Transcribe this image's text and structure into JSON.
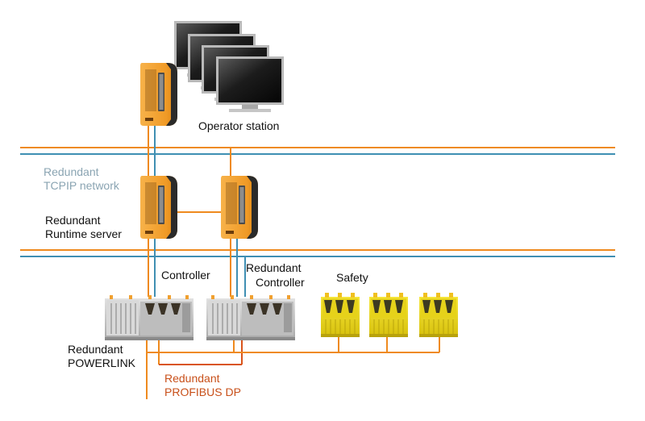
{
  "colors": {
    "network_orange": "#ef8a1e",
    "network_blue": "#3f8fb3",
    "profibus_orange": "#d9541b",
    "plc_housing": "#f3a73a",
    "safety_yellow": "#f2dd1d",
    "io_gray": "#c8c8c8"
  },
  "labels": {
    "operator_station": "Operator station",
    "tcpip_line1": "Redundant",
    "tcpip_line2": "TCPIP network",
    "runtime_line1": "Redundant",
    "runtime_line2": "Runtime server",
    "controller": "Controller",
    "redundant_controller_line1": "Redundant",
    "redundant_controller_line2": "Controller",
    "safety": "Safety",
    "powerlink_line1": "Redundant",
    "powerlink_line2": "POWERLINK",
    "profibus_line1": "Redundant",
    "profibus_line2": "PROFIBUS DP"
  },
  "nodes": [
    {
      "id": "operator-pc",
      "type": "industrial-pc"
    },
    {
      "id": "runtime-server-1",
      "type": "industrial-pc"
    },
    {
      "id": "runtime-server-2",
      "type": "industrial-pc"
    },
    {
      "id": "controller",
      "type": "plc-io-rack"
    },
    {
      "id": "redundant-controller",
      "type": "plc-io-rack"
    },
    {
      "id": "safety-1",
      "type": "safety-module"
    },
    {
      "id": "safety-2",
      "type": "safety-module"
    },
    {
      "id": "safety-3",
      "type": "safety-module"
    },
    {
      "id": "monitors",
      "type": "monitor-stack",
      "count": 4
    }
  ]
}
